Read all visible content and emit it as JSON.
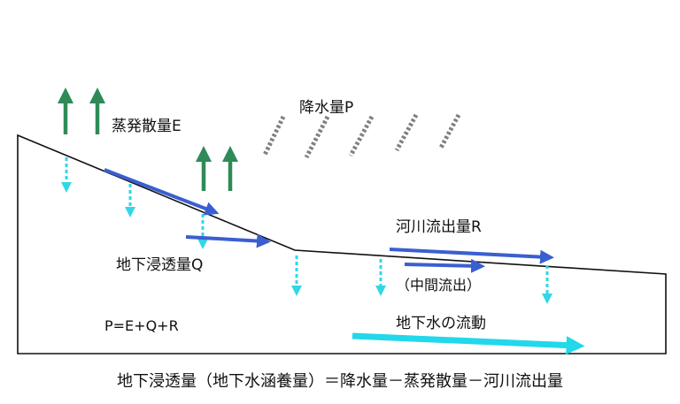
{
  "labels": {
    "precipitation": "降水量P",
    "evapotranspiration": "蒸発散量E",
    "river_runoff": "河川流出量R",
    "infiltration": "地下浸透量Q",
    "interflow": "（中間流出）",
    "groundwater_flow": "地下水の流動",
    "water_balance": "P=E+Q+R"
  },
  "caption": "地下浸透量（地下水涵養量）＝降水量－蒸発散量－河川流出量",
  "colors": {
    "evaporation_arrow": "#2e8b57",
    "infiltration_arrow": "#33d6e6",
    "runoff_arrow": "#3a5fd0",
    "groundwater_arrow": "#22d8ea",
    "rain": "#808080",
    "outline": "#111111"
  }
}
